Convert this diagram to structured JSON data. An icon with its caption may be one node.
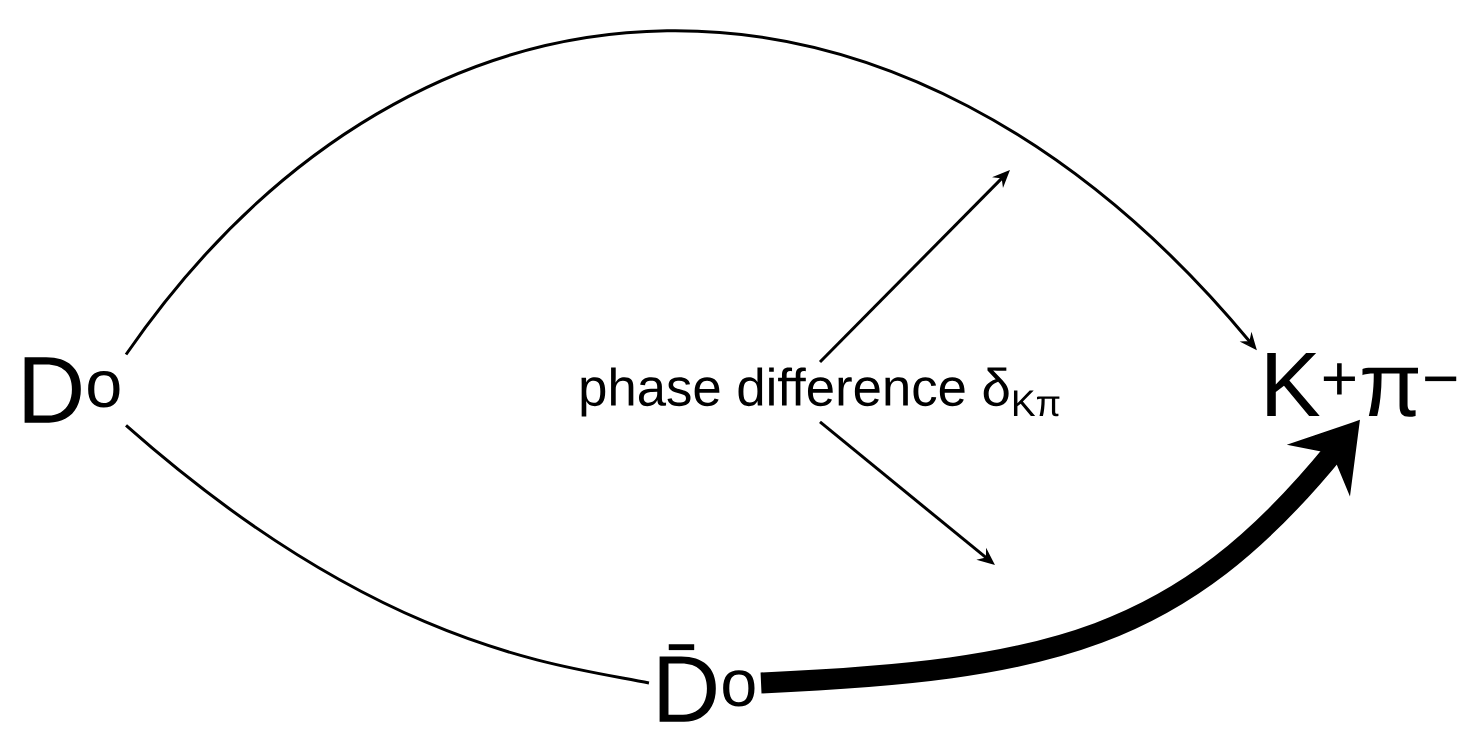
{
  "diagram": {
    "nodes": [
      {
        "text": [
          "D$^{o}$"
        ]
      },
      {
        "text": [
          "K$^{+}$π$^{−}$"
        ]
      },
      {
        "text": [
          "D̄$^{o}$"
        ]
      },
      {
        "text": [
          "phase difference δ$_{Kπ}$"
        ]
      }
    ],
    "edges": [
      {
        "from": 0,
        "to": 1,
        "arrow": "to"
      },
      {
        "from": 0,
        "to": 2,
        "arrow": "none"
      },
      {
        "from": 2,
        "to": 1,
        "arrow": "to",
        "style": "thick"
      },
      {
        "from": 3,
        "to": null,
        "arrow": "to"
      },
      {
        "from": 3,
        "to": null,
        "arrow": "to"
      }
    ]
  }
}
